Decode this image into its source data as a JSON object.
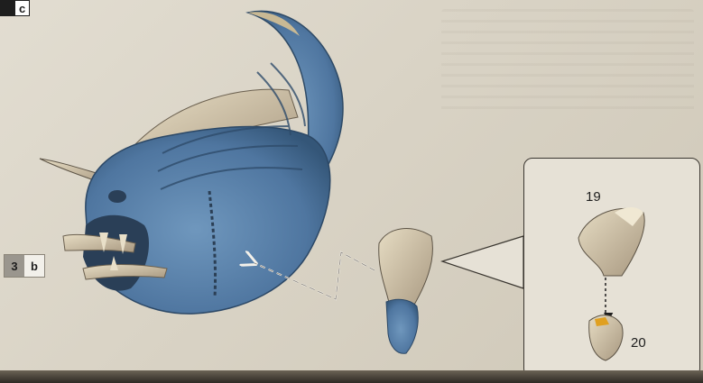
{
  "step_badge": {
    "number": "",
    "letter": "c"
  },
  "reference_badge": {
    "number": "3",
    "letter": "b"
  },
  "callout": {
    "parts": [
      {
        "number": "19"
      },
      {
        "number": "20"
      }
    ]
  },
  "colors": {
    "paper": "#d9d3c5",
    "model_blue": "#5c83a8",
    "model_bone": "#cbbd9f",
    "ink": "#1e1e1e",
    "glue_accent": "#e0a020"
  },
  "icons": [
    "beast-head-illustration",
    "horn-piece-illustration",
    "dashed-arrow-icon",
    "down-arrow-icon"
  ]
}
